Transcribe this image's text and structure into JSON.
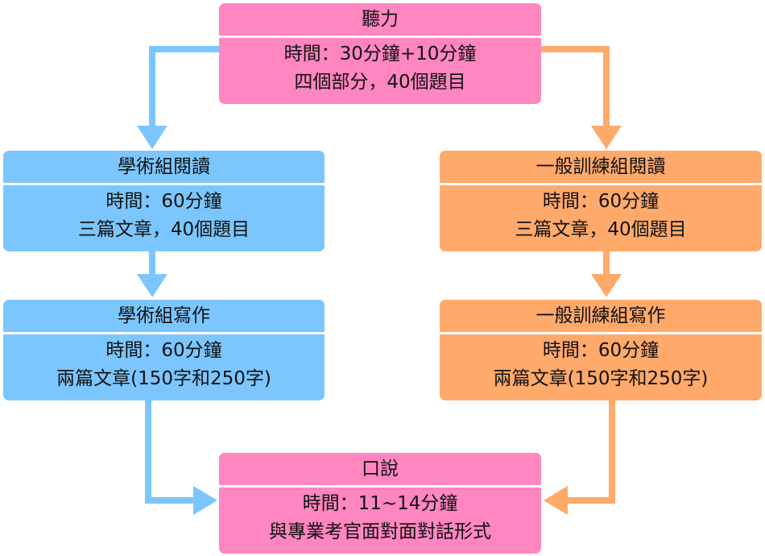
{
  "colors": {
    "pink": "#ff86c0",
    "blue": "#7cc6ff",
    "orange": "#ffa96b",
    "blue_arrow": "#7cc6ff",
    "orange_arrow": "#ffa96b"
  },
  "listening": {
    "title": "聽力",
    "line1": "時間：30分鐘+10分鐘",
    "line2": "四個部分，40個題目"
  },
  "academic_reading": {
    "title": "學術組閱讀",
    "line1": "時間：60分鐘",
    "line2": "三篇文章，40個題目"
  },
  "general_reading": {
    "title": "一般訓練組閱讀",
    "line1": "時間：60分鐘",
    "line2": "三篇文章，40個題目"
  },
  "academic_writing": {
    "title": "學術組寫作",
    "line1": "時間：60分鐘",
    "line2": "兩篇文章(150字和250字)"
  },
  "general_writing": {
    "title": "一般訓練組寫作",
    "line1": "時間：60分鐘",
    "line2": "兩篇文章(150字和250字)"
  },
  "speaking": {
    "title": "口說",
    "line1": "時間：11~14分鐘",
    "line2": "與專業考官面對面對話形式"
  }
}
